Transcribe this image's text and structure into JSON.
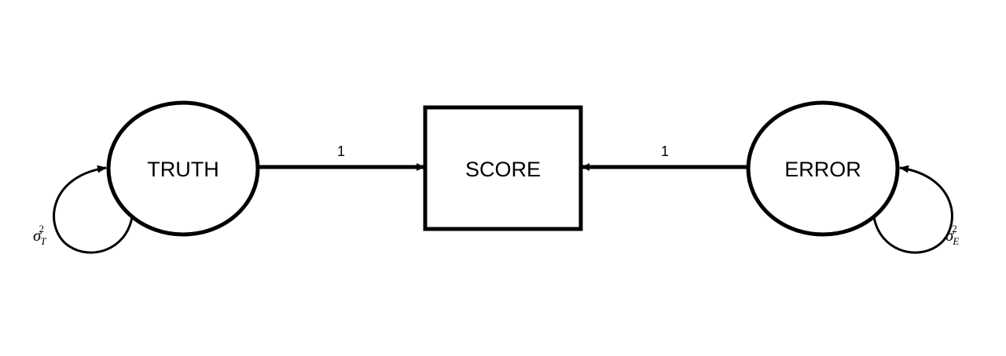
{
  "nodes": {
    "truth": {
      "label": "TRUTH",
      "shape": "ellipse"
    },
    "score": {
      "label": "SCORE",
      "shape": "rectangle"
    },
    "error": {
      "label": "ERROR",
      "shape": "ellipse"
    }
  },
  "paths": {
    "truth_to_score": {
      "label": "1"
    },
    "error_to_score": {
      "label": "1"
    }
  },
  "variances": {
    "truth": {
      "symbol": "σ",
      "subscript": "T",
      "superscript": "2"
    },
    "error": {
      "symbol": "σ",
      "subscript": "E",
      "superscript": "2"
    }
  },
  "colors": {
    "stroke": "#000000",
    "background": "#ffffff"
  }
}
